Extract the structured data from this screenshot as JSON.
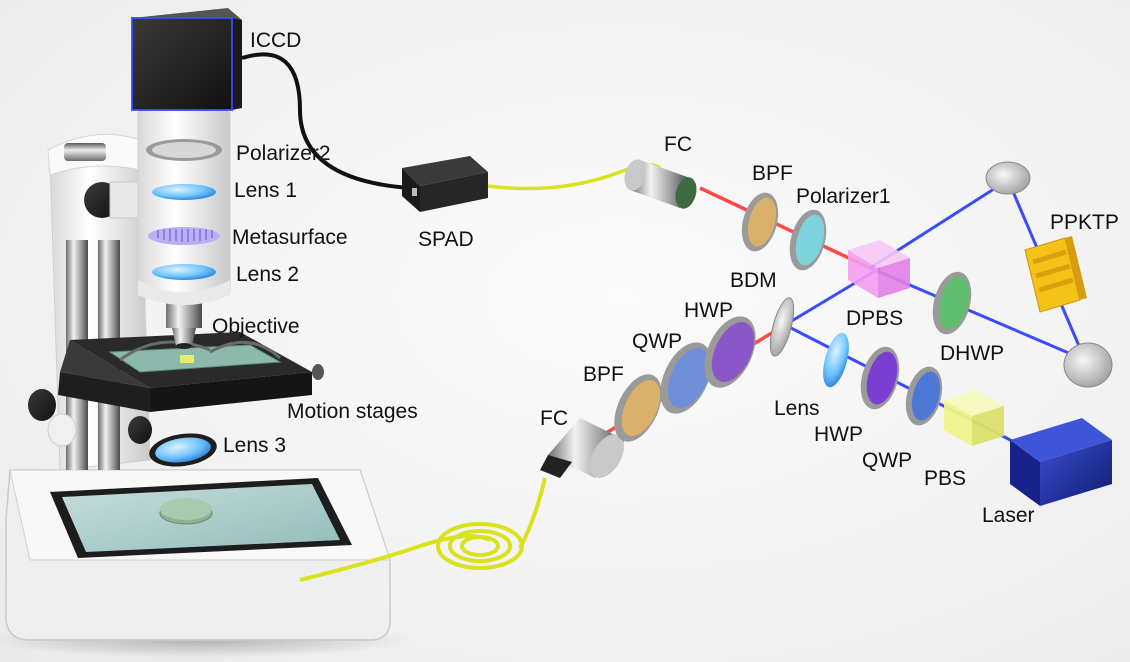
{
  "labels": {
    "iccd": "ICCD",
    "polarizer2": "Polarizer2",
    "lens1": "Lens 1",
    "metasurface": "Metasurface",
    "lens2": "Lens 2",
    "objective": "Objective",
    "motion_stages": "Motion stages",
    "lens3": "Lens 3",
    "spad": "SPAD",
    "fc_top": "FC",
    "bpf_top": "BPF",
    "polarizer1": "Polarizer1",
    "ppktp": "PPKTP",
    "bdm": "BDM",
    "dpbs": "DPBS",
    "hwp_left": "HWP",
    "qwp_left": "QWP",
    "bpf_left": "BPF",
    "fc_left": "FC",
    "dhwp": "DHWP",
    "lens": "Lens",
    "hwp_right": "HWP",
    "qwp_right": "QWP",
    "pbs": "PBS",
    "laser": "Laser"
  },
  "colors": {
    "fiber": "#d9e21a",
    "cable": "#111111",
    "red_beam": "#ff2a2a",
    "blue_beam": "#3a4bff",
    "ppktp": "#f5c218",
    "laser_body": "#1d2ea0",
    "dpbs_cube": "#f49cf2",
    "pbs_cube": "#eef28a"
  }
}
